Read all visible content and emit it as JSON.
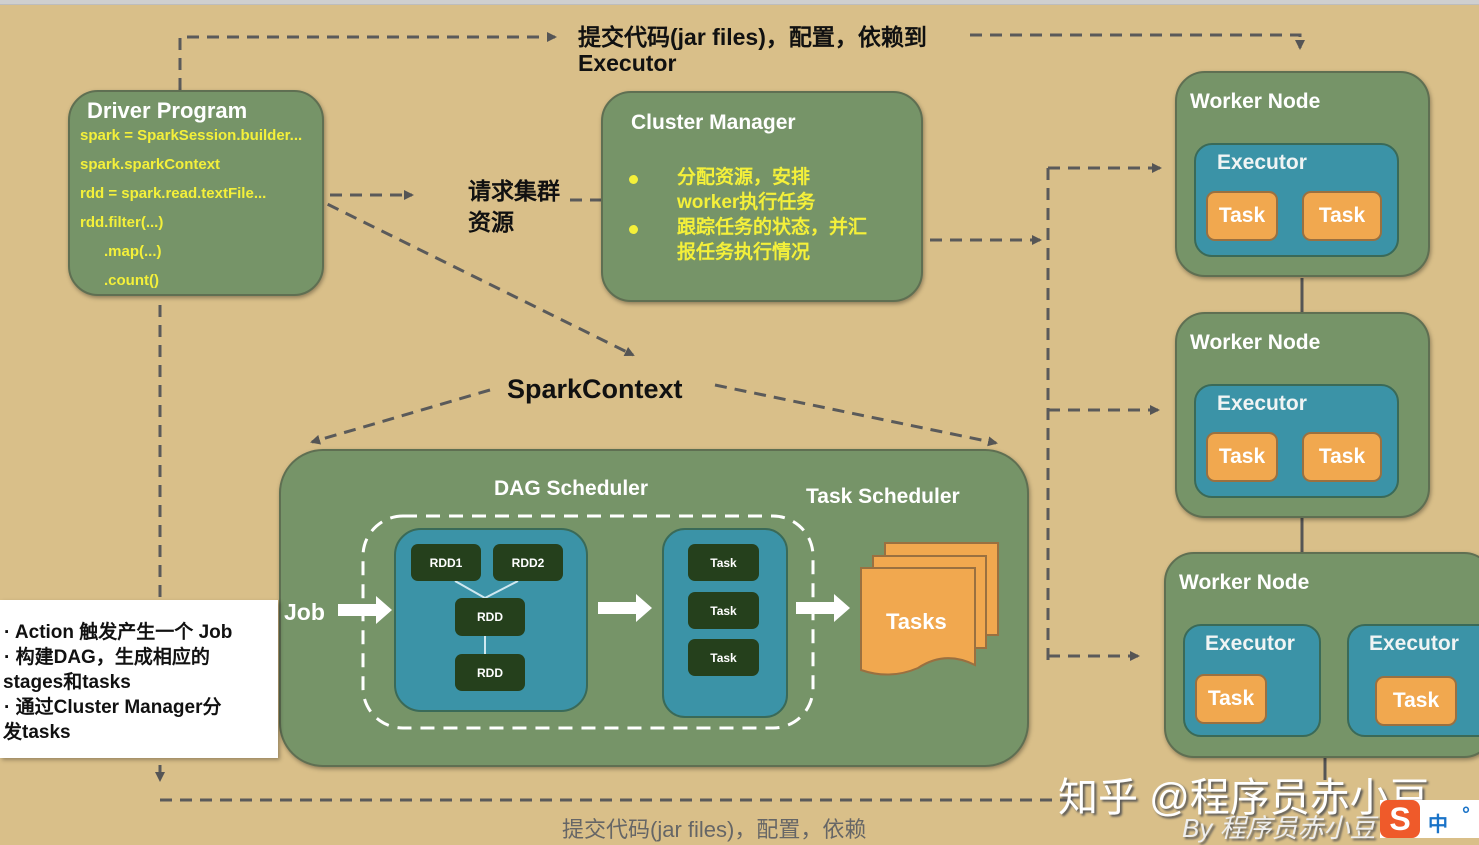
{
  "top_label": {
    "line1": "提交代码(jar files)，配置，依赖到",
    "line2": "Executor"
  },
  "bottom_label": "提交代码(jar files)，配置，依赖",
  "request_label": {
    "line1": "请求集群",
    "line2": "资源"
  },
  "driver": {
    "title": "Driver Program",
    "code": [
      "spark = SparkSession.builder...",
      "spark.sparkContext",
      "rdd = spark.read.textFile...",
      "rdd.filter(...)",
      ".map(...)",
      ".count()"
    ]
  },
  "cluster_manager": {
    "title": "Cluster Manager",
    "items": [
      {
        "line1": "分配资源，安排",
        "line2": "worker执行任务"
      },
      {
        "line1": "跟踪任务的状态，并汇",
        "line2": "报任务执行情况"
      }
    ]
  },
  "spark_context": "SparkContext",
  "scheduler": {
    "dag_title": "DAG Scheduler",
    "task_title": "Task Scheduler",
    "job_label": "Job",
    "rdds": [
      "RDD1",
      "RDD2",
      "RDD",
      "RDD"
    ],
    "stage_tasks": [
      "Task",
      "Task",
      "Task"
    ],
    "tasks_label": "Tasks"
  },
  "workers": [
    {
      "title": "Worker Node",
      "executors": [
        {
          "title": "Executor",
          "tasks": [
            "Task",
            "Task"
          ]
        }
      ]
    },
    {
      "title": "Worker Node",
      "executors": [
        {
          "title": "Executor",
          "tasks": [
            "Task",
            "Task"
          ]
        }
      ]
    },
    {
      "title": "Worker Node",
      "executors": [
        {
          "title": "Executor",
          "tasks": [
            "Task"
          ]
        },
        {
          "title": "Executor",
          "tasks": [
            "Task"
          ]
        }
      ]
    }
  ],
  "notes": [
    "· Action 触发产生一个 Job",
    "· 构建DAG，生成相应的",
    "stages和tasks",
    "· 通过Cluster Manager分",
    "发tasks"
  ],
  "watermark": {
    "main": "知乎 @程序员赤小豆",
    "sub": "By 程序员赤小豆"
  },
  "ime": {
    "lang": "中",
    "extra": "°"
  },
  "colors": {
    "background": "#d9bf89",
    "box_green": "#769468",
    "executor_blue": "#3b93a7",
    "task_orange": "#f1a84f",
    "code_yellow": "#f4f03a",
    "dark_rdd": "#25401c"
  }
}
